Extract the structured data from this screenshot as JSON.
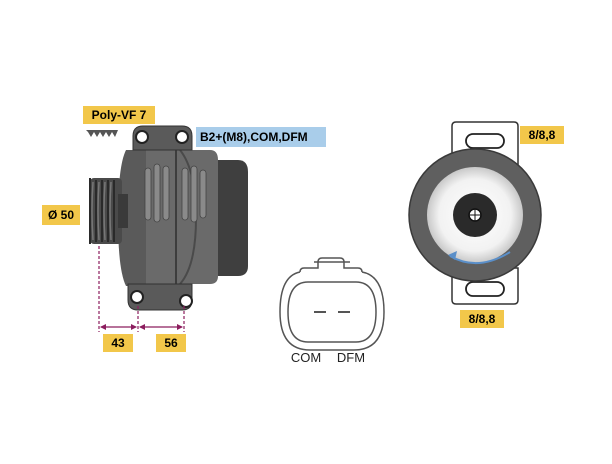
{
  "pulley": {
    "type_label": "Poly-VF 7",
    "diameter_label": "Ø 50"
  },
  "terminal_label": "B2+(M8),COM,DFM",
  "dimensions": {
    "left": "43",
    "right": "56",
    "mount_top": "8/8,8",
    "mount_bottom": "8/8,8"
  },
  "connector": {
    "pin1": "COM",
    "pin2": "DFM"
  },
  "colors": {
    "label_bg": "#f2c74a",
    "terminal_bg": "#a9cdea",
    "body": "#6e6e6e",
    "body_dark": "#4b4b4b",
    "dimension_line": "#8c1d5e",
    "arrow": "#5a8fc9"
  }
}
